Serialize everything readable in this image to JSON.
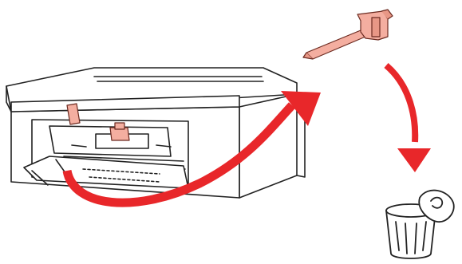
{
  "illustration": {
    "colors": {
      "line": "#222222",
      "fill": "#ffffff",
      "tape": "#f4aea0",
      "tape_stroke": "#6b2a20",
      "arrow": "#e8272a"
    },
    "icons": [
      "printer-illustration",
      "protective-material",
      "curved-arrow",
      "trash-can-icon"
    ]
  }
}
